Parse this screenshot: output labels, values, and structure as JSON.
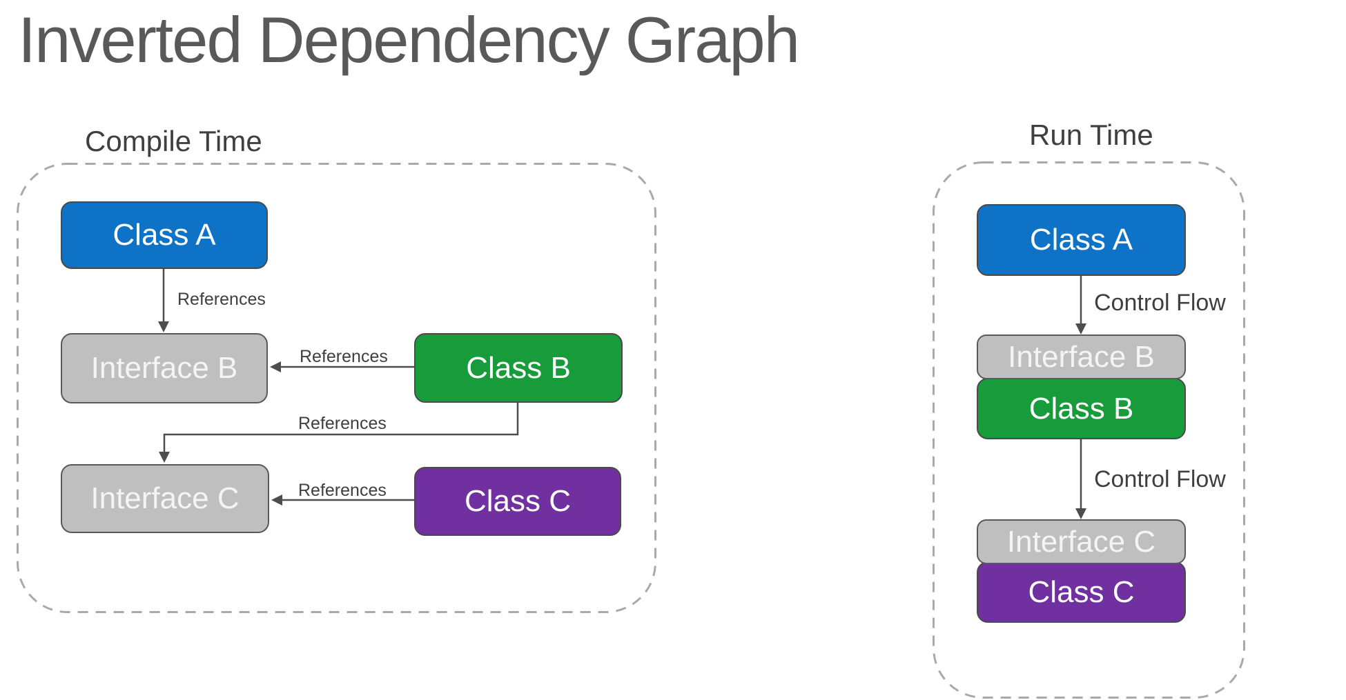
{
  "title": "Inverted Dependency Graph",
  "colors": {
    "blue": "#0E72C6",
    "green": "#189C3B",
    "purple": "#7030A0",
    "gray": "#BFBFBF",
    "gray-border": "#595959",
    "box-border": "#4A4A4A",
    "line": "#4D4D4D",
    "frame": "#A9A9A9",
    "label": "#3F3F3F",
    "title": "#595959"
  },
  "compile": {
    "heading": "Compile Time",
    "class_a": "Class A",
    "interface_b": "Interface B",
    "class_b": "Class B",
    "interface_c": "Interface C",
    "class_c": "Class C",
    "edge_classA_interfaceB": "References",
    "edge_classB_interfaceB": "References",
    "edge_classB_interfaceC": "References",
    "edge_classC_interfaceC": "References"
  },
  "run": {
    "heading": "Run Time",
    "class_a": "Class A",
    "interface_b": "Interface B",
    "class_b": "Class B",
    "interface_c": "Interface C",
    "class_c": "Class C",
    "edge_classA_interfaceB": "Control Flow",
    "edge_classB_interfaceC": "Control Flow"
  }
}
